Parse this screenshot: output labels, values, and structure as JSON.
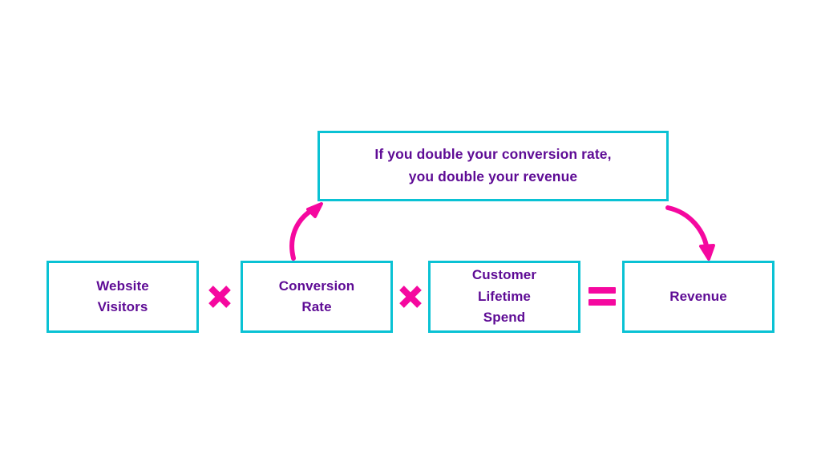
{
  "diagram": {
    "title_text": "If you double your conversion rate,\nyou double your revenue",
    "colors": {
      "box_border": "#0ac2d4",
      "text_purple": "#5e0b95",
      "operator_magenta": "#f5089f",
      "background": "#ffffff"
    },
    "callout": {
      "text": "If you double your conversion rate,\nyou double your revenue"
    },
    "boxes": [
      {
        "id": "website-visitors",
        "label": "Website\nVisitors"
      },
      {
        "id": "conversion-rate",
        "label": "Conversion\nRate"
      },
      {
        "id": "customer-lifetime-spend",
        "label": "Customer\nLifetime\nSpend"
      },
      {
        "id": "revenue",
        "label": "Revenue"
      }
    ],
    "operators": [
      {
        "id": "multiply-1",
        "symbol": "×",
        "name": "multiplication-operator"
      },
      {
        "id": "multiply-2",
        "symbol": "×",
        "name": "multiplication-operator"
      },
      {
        "id": "equals",
        "symbol": "=",
        "name": "equals-operator"
      }
    ],
    "arrows": [
      {
        "id": "arrow-conversion-to-callout",
        "from": "conversion-rate",
        "to": "callout",
        "direction": "up-right"
      },
      {
        "id": "arrow-callout-to-revenue",
        "from": "callout",
        "to": "revenue",
        "direction": "down-right"
      }
    ]
  }
}
